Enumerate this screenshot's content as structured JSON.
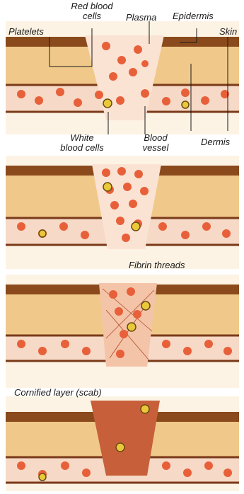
{
  "labels": {
    "red_blood_cells": "Red blood\ncells",
    "plasma": "Plasma",
    "epidermis": "Epidermis",
    "platelets": "Platelets",
    "skin": "Skin",
    "white_blood_cells": "White\nblood cells",
    "blood_vessel": "Blood\nvessel",
    "dermis": "Dermis",
    "fibrin_threads": "Fibrin threads",
    "cornified_layer": "Cornified layer (scab)"
  },
  "colors": {
    "epidermis_brown": "#8a4a1c",
    "dermis_tan": "#f0c98a",
    "blood_red": "#e8603a",
    "vessel_wall": "#7a3a1a",
    "white_cell_yellow": "#e9c93a"
  }
}
